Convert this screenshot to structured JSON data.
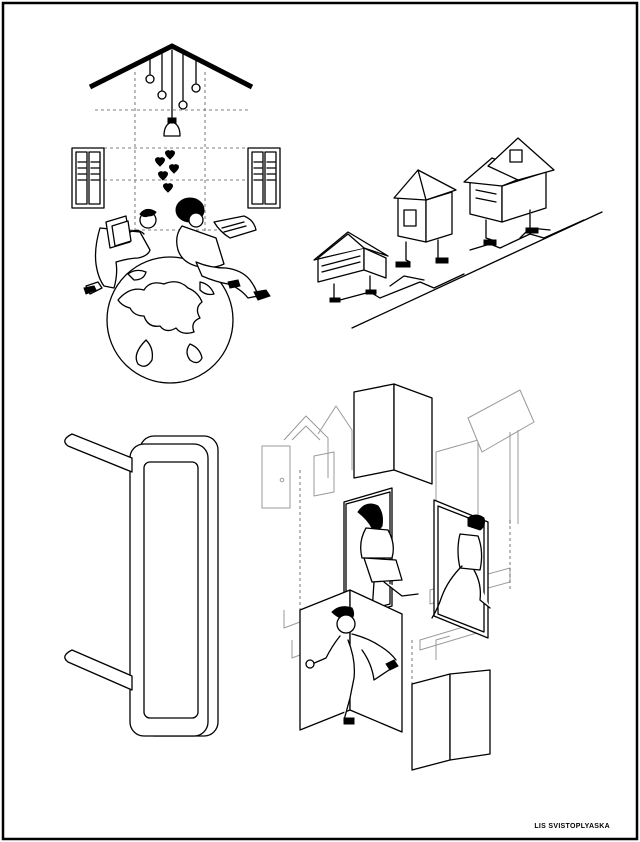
{
  "poster": {
    "credit": "LIS SVISTOPLYASKA"
  },
  "colors": {
    "ink": "#000000",
    "paper": "#ffffff",
    "ghost_lines": "#9a9a9a"
  },
  "illustrations": [
    "couple-reading-on-globe",
    "walking-houses",
    "open-door-frame",
    "people-walking-through-doors"
  ]
}
